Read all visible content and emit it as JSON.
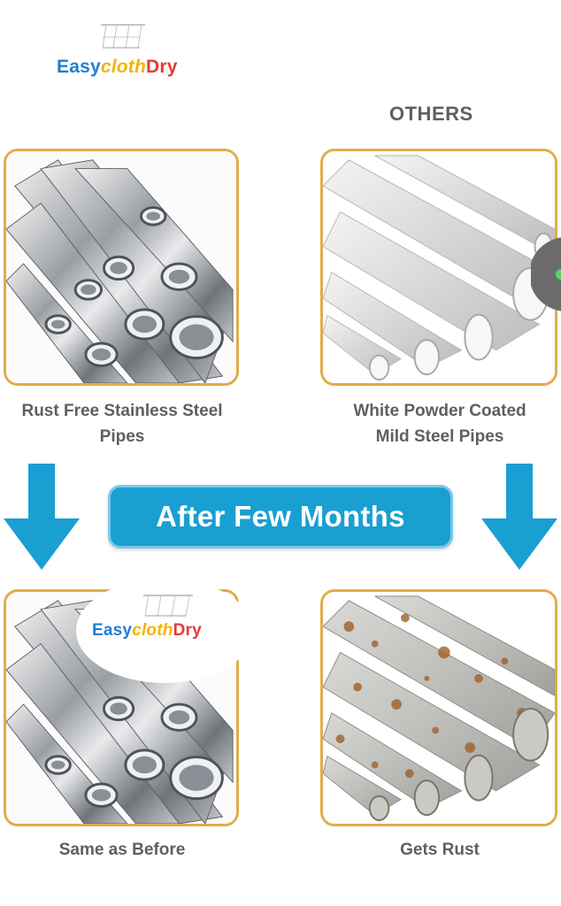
{
  "brand": {
    "part1": "Easy",
    "part2": "cloth",
    "part3": "Dry",
    "colors": {
      "easy": "#1e7fd1",
      "cloth": "#f4b400",
      "dry": "#e53935"
    }
  },
  "comparison": {
    "others_label": "OTHERS",
    "left_top_caption_line1": "Rust Free Stainless Steel",
    "left_top_caption_line2": "Pipes",
    "right_top_caption_line1": "White Powder Coated",
    "right_top_caption_line2": "Mild Steel Pipes",
    "banner_text": "After Few Months",
    "left_bottom_caption": "Same as Before",
    "right_bottom_caption": "Gets Rust"
  },
  "colors": {
    "panel_border": "#e0ad4a",
    "banner_bg": "#1a9fd2",
    "arrow": "#1a9fd2",
    "caption_text": "#5f5f5f"
  },
  "icons": [
    "clothes-rack-icon",
    "arrow-down-icon",
    "scroll-handle-icon"
  ]
}
